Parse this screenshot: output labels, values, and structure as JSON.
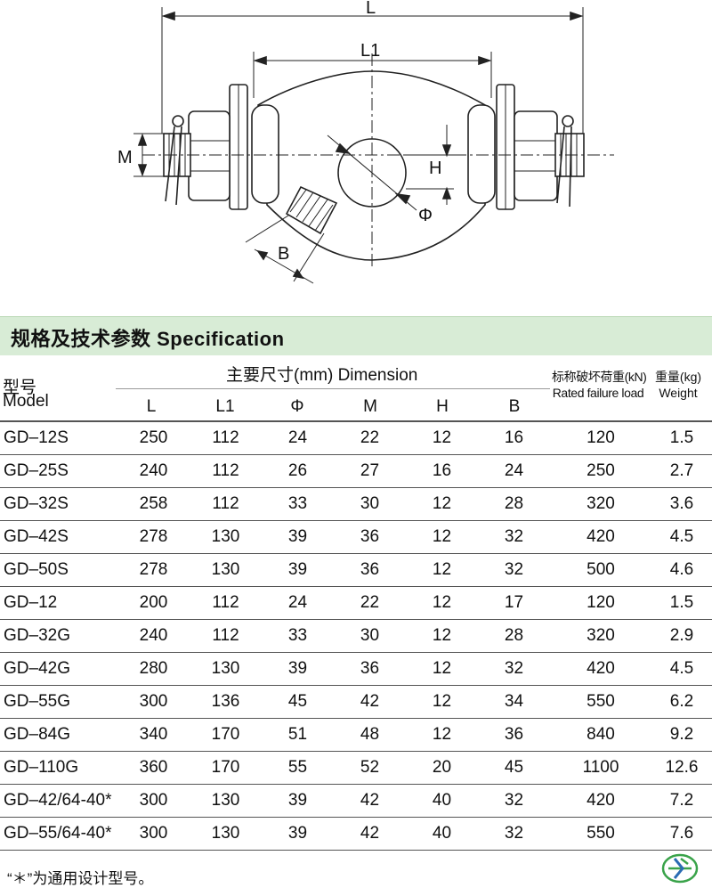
{
  "drawing": {
    "dim_labels": {
      "L": "L",
      "L1": "L1",
      "M": "M",
      "H": "H",
      "phi": "Φ",
      "B": "B"
    }
  },
  "section": {
    "title": "规格及技术参数  Specification"
  },
  "header": {
    "model_cn": "型号",
    "model_en": "Model",
    "dimension": "主要尺寸(mm)  Dimension",
    "columns": [
      "L",
      "L1",
      "Φ",
      "M",
      "H",
      "B"
    ],
    "load_cn": "标称破坏荷重(kN)",
    "load_en": "Rated failure load",
    "weight_cn": "重量(kg)",
    "weight_en": "Weight"
  },
  "rows": [
    {
      "model": "GD–12S",
      "L": "250",
      "L1": "112",
      "phi": "24",
      "M": "22",
      "H": "12",
      "B": "16",
      "load": "120",
      "weight": "1.5"
    },
    {
      "model": "GD–25S",
      "L": "240",
      "L1": "112",
      "phi": "26",
      "M": "27",
      "H": "16",
      "B": "24",
      "load": "250",
      "weight": "2.7"
    },
    {
      "model": "GD–32S",
      "L": "258",
      "L1": "112",
      "phi": "33",
      "M": "30",
      "H": "12",
      "B": "28",
      "load": "320",
      "weight": "3.6"
    },
    {
      "model": "GD–42S",
      "L": "278",
      "L1": "130",
      "phi": "39",
      "M": "36",
      "H": "12",
      "B": "32",
      "load": "420",
      "weight": "4.5"
    },
    {
      "model": "GD–50S",
      "L": "278",
      "L1": "130",
      "phi": "39",
      "M": "36",
      "H": "12",
      "B": "32",
      "load": "500",
      "weight": "4.6"
    },
    {
      "model": "GD–12",
      "L": "200",
      "L1": "112",
      "phi": "24",
      "M": "22",
      "H": "12",
      "B": "17",
      "load": "120",
      "weight": "1.5"
    },
    {
      "model": "GD–32G",
      "L": "240",
      "L1": "112",
      "phi": "33",
      "M": "30",
      "H": "12",
      "B": "28",
      "load": "320",
      "weight": "2.9"
    },
    {
      "model": "GD–42G",
      "L": "280",
      "L1": "130",
      "phi": "39",
      "M": "36",
      "H": "12",
      "B": "32",
      "load": "420",
      "weight": "4.5"
    },
    {
      "model": "GD–55G",
      "L": "300",
      "L1": "136",
      "phi": "45",
      "M": "42",
      "H": "12",
      "B": "34",
      "load": "550",
      "weight": "6.2"
    },
    {
      "model": "GD–84G",
      "L": "340",
      "L1": "170",
      "phi": "51",
      "M": "48",
      "H": "12",
      "B": "36",
      "load": "840",
      "weight": "9.2"
    },
    {
      "model": "GD–110G",
      "L": "360",
      "L1": "170",
      "phi": "55",
      "M": "52",
      "H": "20",
      "B": "45",
      "load": "1100",
      "weight": "12.6"
    },
    {
      "model": "GD–42/64-40*",
      "L": "300",
      "L1": "130",
      "phi": "39",
      "M": "42",
      "H": "40",
      "B": "32",
      "load": "420",
      "weight": "7.2"
    },
    {
      "model": "GD–55/64-40*",
      "L": "300",
      "L1": "130",
      "phi": "39",
      "M": "42",
      "H": "40",
      "B": "32",
      "load": "550",
      "weight": "7.6"
    }
  ],
  "footnote": "“＊”为通用设计型号。",
  "colors": {
    "band": "#d8ecd6",
    "logo_green": "#3aa34a",
    "logo_blue": "#2b6cb3"
  }
}
